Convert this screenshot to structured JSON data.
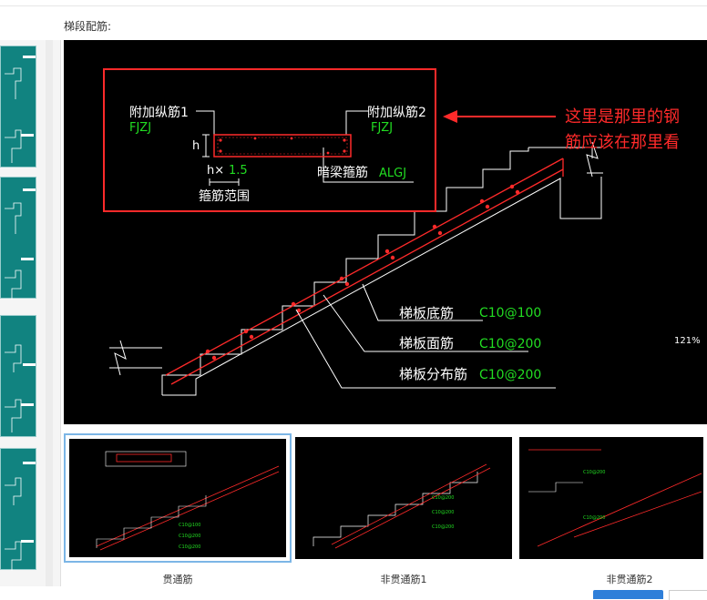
{
  "section_label": "梯段配筋:",
  "zoom_level": "121%",
  "annotation": {
    "line1": "这里是那里的钢",
    "line2": "筋应该在那里看"
  },
  "detail": {
    "left_label": "附加纵筋1",
    "left_code": "FJZJ",
    "right_label": "附加纵筋2",
    "right_code": "FJZJ",
    "h_label": "h",
    "factor_prefix": "h×",
    "factor_value": "1.5",
    "stirrup_range": "箍筋范围",
    "hidden_beam_label": "暗梁箍筋",
    "hidden_beam_code": "ALGJ"
  },
  "rebar_labels": [
    {
      "name": "梯板底筋",
      "code": "C10@100"
    },
    {
      "name": "梯板面筋",
      "code": "C10@200"
    },
    {
      "name": "梯板分布筋",
      "code": "C10@200"
    }
  ],
  "thumbnails": [
    {
      "caption": "贯通筋",
      "selected": true
    },
    {
      "caption": "非贯通筋1",
      "selected": false
    },
    {
      "caption": "非贯通筋2",
      "selected": false
    }
  ],
  "colors": {
    "thumb_teal": "#118380",
    "annotation_red": "#ff2a2a",
    "code_green": "#22dd22",
    "selected_border": "#7cb6e6"
  }
}
